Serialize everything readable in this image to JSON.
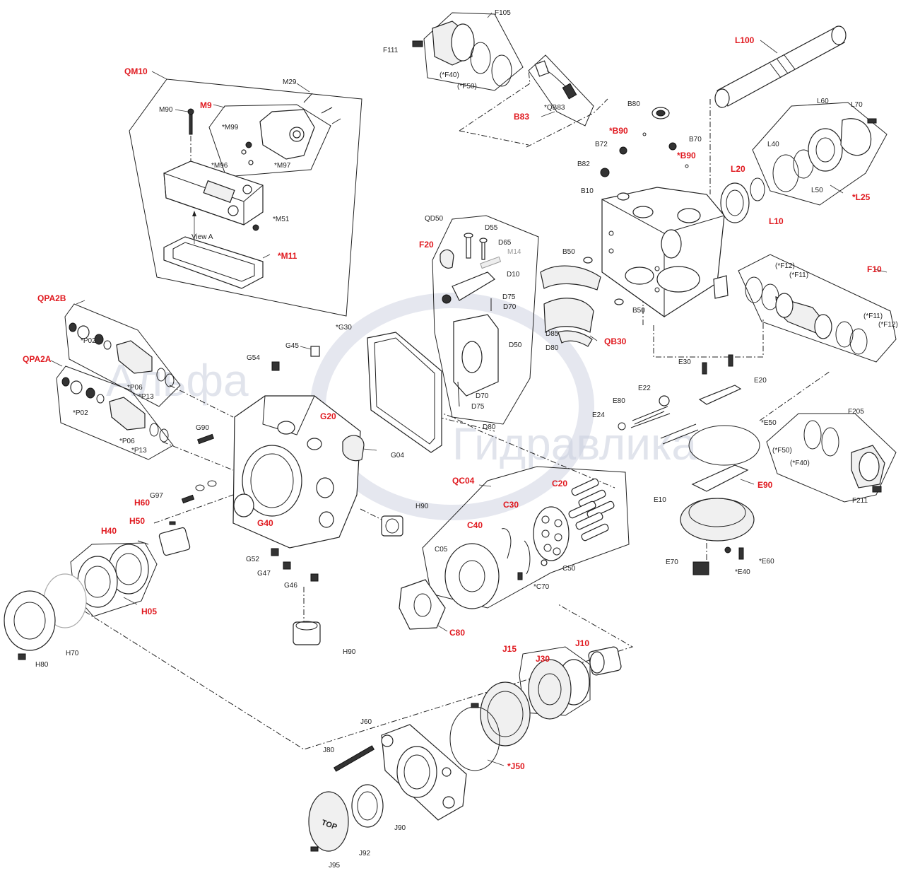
{
  "watermark": {
    "line1": "Альфа",
    "line2": "Гидравлика"
  },
  "view_note": "View A",
  "groups": {
    "QM10": "QM10",
    "M9": "M9",
    "M11": "*M11",
    "QPA2B": "QPA2B",
    "QPA2A": "QPA2A",
    "QD50": "QD50",
    "G30": "*G30",
    "QB30": "QB30",
    "F10": "F10",
    "L25": "*L25",
    "QC04": "QC04",
    "H05": "H05",
    "E90": "E90",
    "F105": "F105",
    "F205": "F205",
    "J50": "*J50",
    "C80": "C80"
  },
  "labels": {
    "M29": "M29",
    "M90": "M90",
    "M99": "*M99",
    "M96": "*M96",
    "M97": "*M97",
    "M51": "*M51",
    "F111": "F111",
    "F105": "F105",
    "F40a": "(*F40)",
    "F50a": "(*F50)",
    "QB83": "*QB83",
    "B83": "B83",
    "L100": "L100",
    "B80": "B80",
    "B90a": "*B90",
    "B90b": "*B90",
    "B70": "B70",
    "B72": "B72",
    "B82": "B82",
    "B10": "B10",
    "L60": "L60",
    "L70": "L70",
    "L40": "L40",
    "L20": "L20",
    "L50": "L50",
    "L10": "L10",
    "P02a": "*P02",
    "P06a": "*P06",
    "P13a": "*P13",
    "P02b": "*P02",
    "P06b": "*P06",
    "P13b": "*P13",
    "D55": "D55",
    "D65": "D65",
    "M14": "M14",
    "F20": "F20",
    "D10": "D10",
    "D75a": "D75",
    "D70a": "D70",
    "D85": "D85",
    "D80a": "D80",
    "D50": "D50",
    "D70b": "D70",
    "D75b": "D75",
    "D80b": "D80",
    "B50a": "B50",
    "B50b": "B50",
    "F12a": "(*F12)",
    "F11a": "(*F11)",
    "F11b": "(*F11)",
    "F12b": "(*F12)",
    "G45": "G45",
    "G54": "G54",
    "G20": "G20",
    "G04": "G04",
    "G90": "G90",
    "G97": "G97",
    "H60": "H60",
    "H50": "H50",
    "H40": "H40",
    "G40": "G40",
    "G52": "G52",
    "G47": "G47",
    "G46": "G46",
    "H90a": "H90",
    "H90b": "H90",
    "H70": "H70",
    "H80": "H80",
    "E30": "E30",
    "E20": "E20",
    "E22": "E22",
    "E80": "E80",
    "E24": "E24",
    "E50": "*E50",
    "E10": "E10",
    "E70": "E70",
    "E40": "*E40",
    "E60": "*E60",
    "F50b": "(*F50)",
    "F40b": "(*F40)",
    "F211": "F211",
    "C20": "C20",
    "C30": "C30",
    "C40": "C40",
    "C05": "C05",
    "C50": "C50",
    "C70": "*C70",
    "J15": "J15",
    "J10": "J10",
    "J30": "J30",
    "J60": "J60",
    "J80": "J80",
    "J90": "J90",
    "J92": "J92",
    "J95": "J95",
    "top_mark": "TOP"
  }
}
